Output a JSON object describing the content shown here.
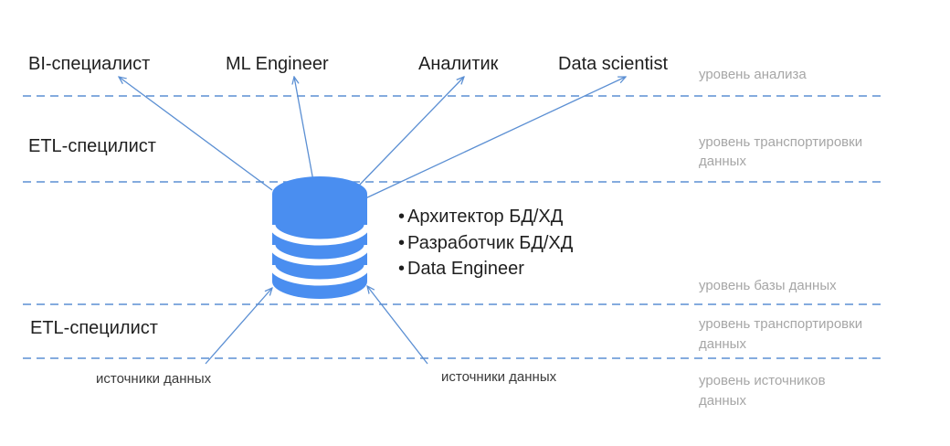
{
  "colors": {
    "separator": "#5b8fd3",
    "arrow": "#5b8fd3",
    "database": "#4a8ef0",
    "database_stripe": "#ffffff",
    "level_text": "#a6a6a6",
    "role_text": "#1f1f1f"
  },
  "analysis_roles": [
    "BI-специалист",
    "ML Engineer",
    "Аналитик",
    "Data scientist"
  ],
  "etl_top": "ETL-специлист",
  "etl_bottom": "ETL-специлист",
  "database": {
    "icon": "database-icon",
    "bullet_char": "•",
    "roles": [
      "Архитектор БД/ХД",
      "Разработчик БД/ХД",
      "Data Engineer"
    ]
  },
  "sources": [
    "источники данных",
    "источники данных"
  ],
  "levels": {
    "analysis": [
      "уровень анализа"
    ],
    "transport_top": [
      "уровень транспортировки",
      "данных"
    ],
    "database": [
      "уровень базы данных"
    ],
    "transport_bottom": [
      "уровень транспортировки",
      "данных"
    ],
    "sources": [
      "уровень источников",
      "данных"
    ]
  }
}
